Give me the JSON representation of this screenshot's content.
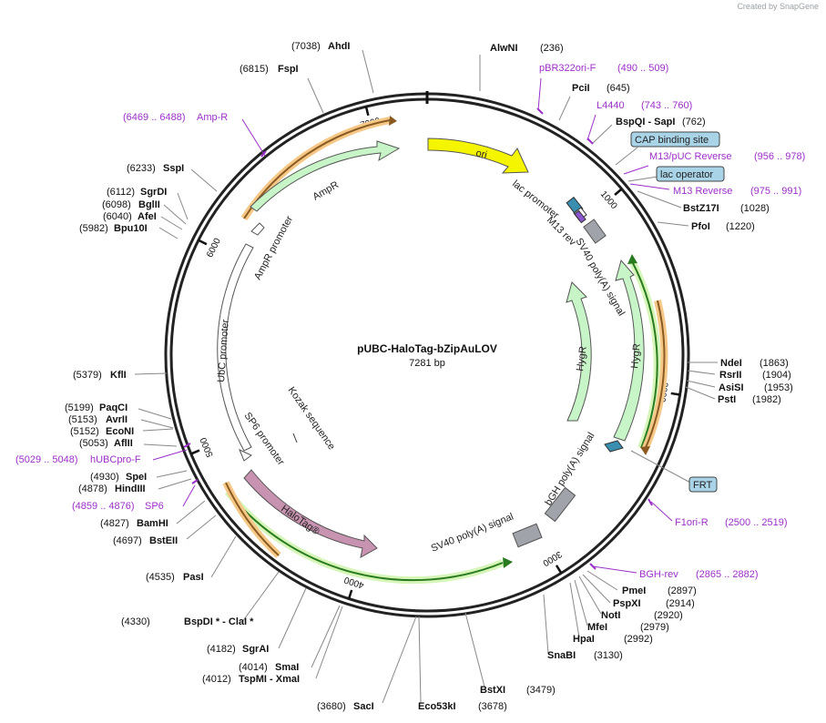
{
  "credit": "Created by SnapGene",
  "plasmid": {
    "name": "pUBC-HaloTag-bZipAuLOV",
    "size": "7281 bp"
  },
  "ticks": [
    {
      "label": "1000",
      "deg": 49.5
    },
    {
      "label": "2000",
      "deg": 98.9
    },
    {
      "label": "3000",
      "deg": 148.4
    },
    {
      "label": "4000",
      "deg": 197.8
    },
    {
      "label": "5000",
      "deg": 247.3
    },
    {
      "label": "6000",
      "deg": 296.7
    },
    {
      "label": "7000",
      "deg": 346.2
    }
  ],
  "right_labels": [
    {
      "name": "AlwNI",
      "pos": "(236)",
      "kind": "site"
    },
    {
      "name": "pBR322ori-F",
      "pos": "(490 .. 509)",
      "kind": "primer"
    },
    {
      "name": "PciI",
      "pos": "(645)",
      "kind": "site"
    },
    {
      "name": "L4440",
      "pos": "(743 .. 760)",
      "kind": "primer"
    },
    {
      "name": "BspQI - SapI",
      "pos": "(762)",
      "kind": "site"
    },
    {
      "name": "CAP binding site",
      "pos": "",
      "kind": "box"
    },
    {
      "name": "M13/pUC Reverse",
      "pos": "(956 .. 978)",
      "kind": "primer"
    },
    {
      "name": "lac operator",
      "pos": "",
      "kind": "box"
    },
    {
      "name": "M13 Reverse",
      "pos": "(975 .. 991)",
      "kind": "primer"
    },
    {
      "name": "BstZ17I",
      "pos": "(1028)",
      "kind": "site"
    },
    {
      "name": "PfoI",
      "pos": "(1220)",
      "kind": "site"
    },
    {
      "name": "NdeI",
      "pos": "(1863)",
      "kind": "site"
    },
    {
      "name": "RsrII",
      "pos": "(1904)",
      "kind": "site"
    },
    {
      "name": "AsiSI",
      "pos": "(1953)",
      "kind": "site"
    },
    {
      "name": "PstI",
      "pos": "(1982)",
      "kind": "site"
    },
    {
      "name": "FRT",
      "pos": "",
      "kind": "box"
    },
    {
      "name": "F1ori-R",
      "pos": "(2500 .. 2519)",
      "kind": "primer"
    },
    {
      "name": "BGH-rev",
      "pos": "(2865 .. 2882)",
      "kind": "primer"
    },
    {
      "name": "PmeI",
      "pos": "(2897)",
      "kind": "site"
    },
    {
      "name": "PspXI",
      "pos": "(2914)",
      "kind": "site"
    },
    {
      "name": "NotI",
      "pos": "(2920)",
      "kind": "site"
    },
    {
      "name": "MfeI",
      "pos": "(2979)",
      "kind": "site"
    },
    {
      "name": "HpaI",
      "pos": "(2992)",
      "kind": "site"
    },
    {
      "name": "SnaBI",
      "pos": "(3130)",
      "kind": "site"
    },
    {
      "name": "BstXI",
      "pos": "(3479)",
      "kind": "site"
    },
    {
      "name": "Eco53kI",
      "pos": "(3678)",
      "kind": "site"
    }
  ],
  "left_labels": [
    {
      "name": "AhdI",
      "pos": "(7038)",
      "kind": "site"
    },
    {
      "name": "FspI",
      "pos": "(6815)",
      "kind": "site"
    },
    {
      "name": "Amp-R",
      "pos": "(6469 .. 6488)",
      "kind": "primer"
    },
    {
      "name": "SspI",
      "pos": "(6233)",
      "kind": "site"
    },
    {
      "name": "SgrDI",
      "pos": "(6112)",
      "kind": "site"
    },
    {
      "name": "BglII",
      "pos": "(6098)",
      "kind": "site"
    },
    {
      "name": "AfeI",
      "pos": "(6040)",
      "kind": "site"
    },
    {
      "name": "Bpu10I",
      "pos": "(5982)",
      "kind": "site"
    },
    {
      "name": "KflI",
      "pos": "(5379)",
      "kind": "site"
    },
    {
      "name": "PaqCI",
      "pos": "(5199)",
      "kind": "site"
    },
    {
      "name": "AvrII",
      "pos": "(5153)",
      "kind": "site"
    },
    {
      "name": "EcoNI",
      "pos": "(5152)",
      "kind": "site"
    },
    {
      "name": "AflII",
      "pos": "(5053)",
      "kind": "site"
    },
    {
      "name": "hUBCpro-F",
      "pos": "(5029 .. 5048)",
      "kind": "primer"
    },
    {
      "name": "SpeI",
      "pos": "(4930)",
      "kind": "site"
    },
    {
      "name": "HindIII",
      "pos": "(4878)",
      "kind": "site"
    },
    {
      "name": "SP6",
      "pos": "(4859 .. 4876)",
      "kind": "primer"
    },
    {
      "name": "BamHI",
      "pos": "(4827)",
      "kind": "site"
    },
    {
      "name": "BstEII",
      "pos": "(4697)",
      "kind": "site"
    },
    {
      "name": "PasI",
      "pos": "(4535)",
      "kind": "site"
    },
    {
      "name": "BspDI * - ClaI *",
      "pos": "(4330)",
      "kind": "site"
    },
    {
      "name": "SgrAI",
      "pos": "(4182)",
      "kind": "site"
    },
    {
      "name": "SmaI",
      "pos": "(4014)",
      "kind": "site"
    },
    {
      "name": "TspMI - XmaI",
      "pos": "(4012)",
      "kind": "site"
    },
    {
      "name": "SacI",
      "pos": "(3680)",
      "kind": "site"
    }
  ],
  "features": [
    {
      "name": "ori",
      "color": "#f5f500"
    },
    {
      "name": "AmpR",
      "color": "#c8f5c8"
    },
    {
      "name": "AmpR promoter",
      "color": "#ffffff"
    },
    {
      "name": "UbC promoter",
      "color": "#ffffff"
    },
    {
      "name": "HaloTag®",
      "color": "#c893b0"
    },
    {
      "name": "HygR",
      "color": "#c8f5c8"
    },
    {
      "name": "HygR",
      "color": "#c8f5c8"
    },
    {
      "name": "lac promoter",
      "color": "#ffffff"
    },
    {
      "name": "M13 rev",
      "color": "#8855cc"
    },
    {
      "name": "SV40 poly(A) signal",
      "color": "#a0a4aa"
    },
    {
      "name": "bGH poly(A) signal",
      "color": "#a0a4aa"
    },
    {
      "name": "SV40 poly(A) signal",
      "color": "#a0a4aa"
    },
    {
      "name": "SP6 promoter",
      "color": "#ffffff"
    },
    {
      "name": "Kozak sequence",
      "color": "#ffffff"
    }
  ],
  "colors": {
    "site": "#111111",
    "primer": "#9b30c8",
    "box_fill": "#a9d3e6",
    "backbone": "#222222"
  }
}
